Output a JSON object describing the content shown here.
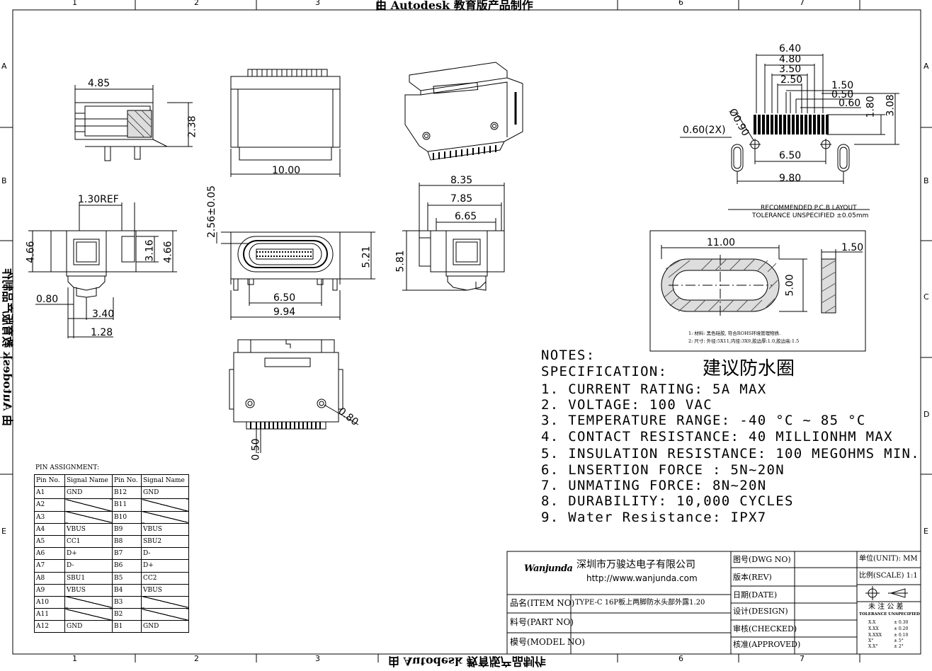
{
  "watermark": {
    "top": "由 Autodesk 教育版产品制作",
    "left": "由 Autodesk 教育版产品制作",
    "bottom": "由 Autodesk 教育版产品制作"
  },
  "zones": {
    "columns": [
      "1",
      "2",
      "3",
      "6",
      "7"
    ],
    "rows": [
      "A",
      "B",
      "C",
      "D",
      "E"
    ]
  },
  "dimensions": {
    "side_width": "4.85",
    "side_height": "2.38",
    "top_width": "10.00",
    "front_ref": "1.30REF",
    "front_h1": "4.66",
    "front_h2": "3.16",
    "front_h3": "4.66",
    "front_d1": "0.80",
    "front_d2": "3.40",
    "front_d3": "1.28",
    "main_height": "2.56±0.05",
    "main_inner": "6.50",
    "main_width": "9.94",
    "main_right": "5.21",
    "rear_w1": "8.35",
    "rear_w2": "7.85",
    "rear_w3": "6.65",
    "rear_h": "5.81",
    "bottom_circle": "0.80",
    "bottom_pitch": "0.50",
    "pcb_w1": "6.40",
    "pcb_w2": "4.80",
    "pcb_w3": "3.50",
    "pcb_w4": "2.50",
    "pcb_1_50": "1.50",
    "pcb_0_50": "0.50",
    "pcb_0_60": "0.60",
    "pcb_1_80": "1.80",
    "pcb_3_08": "3.08",
    "pcb_slot": "0.60(2X)",
    "pcb_hole": "Ø0.90",
    "pcb_6_50": "6.50",
    "pcb_9_80": "9.80",
    "pcb_title": "RECOMMENDED  P.C.B  LAYOUT",
    "pcb_tol": "TOLERANCE  UNSPECIFIED  ±0.05mm",
    "gasket_w": "11.00",
    "gasket_h": "5.00",
    "gasket_t": "1.50"
  },
  "gasket": {
    "note1": "1: 材料: 黑色硅胶, 符合ROHS环境管理物质.",
    "note2": "2: 尺寸: 外径:5X11,内径:3X9,胶边厚:1.0,胶边高:1.5",
    "label": "建议防水圈"
  },
  "notes": {
    "heading": "NOTES:",
    "spec": "SPECIFICATION:",
    "items": [
      "1. CURRENT RATING: 5A MAX",
      "2. VOLTAGE: 100 VAC",
      "3. TEMPERATURE RANGE: -40 °C ~ 85 °C",
      "4. CONTACT RESISTANCE: 40 MILLIONHM MAX",
      "5. INSULATION RESISTANCE: 100 MEGOHMS MIN.",
      "6. LNSERTION FORCE : 5N~20N",
      "7. UNMATING FORCE: 8N~20N",
      "8. DURABILITY:  10,000 CYCLES",
      "9. Water Resistance: IPX7"
    ]
  },
  "pin_table": {
    "title": "PIN ASSIGNMENT:",
    "headers": [
      "Pin No.",
      "Signal Name",
      "Pin No.",
      "Signal Name"
    ],
    "rows": [
      [
        "A1",
        "GND",
        "B12",
        "GND"
      ],
      [
        "A2",
        "",
        "B11",
        ""
      ],
      [
        "A3",
        "",
        "B10",
        ""
      ],
      [
        "A4",
        "VBUS",
        "B9",
        "VBUS"
      ],
      [
        "A5",
        "CC1",
        "B8",
        "SBU2"
      ],
      [
        "A6",
        "D+",
        "B7",
        "D-"
      ],
      [
        "A7",
        "D-",
        "B6",
        "D+"
      ],
      [
        "A8",
        "SBU1",
        "B5",
        "CC2"
      ],
      [
        "A9",
        "VBUS",
        "B4",
        "VBUS"
      ],
      [
        "A10",
        "",
        "B3",
        ""
      ],
      [
        "A11",
        "",
        "B2",
        ""
      ],
      [
        "A12",
        "GND",
        "B1",
        "GND"
      ]
    ]
  },
  "title_block": {
    "logo": "Wanjunda",
    "company": "深圳市万骏达电子有限公司",
    "url": "http://www.wanjunda.com",
    "item_name_label": "品名(ITEM NO)",
    "item_name_value": "TYPE-C 16P板上两脚防水头部外露1.20",
    "part_no_label": "料号(PART NO)",
    "model_no_label": "模号(MODEL NO)",
    "dwg_no_label": "图号(DWG NO)",
    "rev_label": "版本(REV)",
    "date_label": "日期(DATE)",
    "design_label": "设计(DESIGN)",
    "checked_label": "审核(CHECKED)",
    "approved_label": "核准(APPROVED)",
    "unit_label": "单位(UNIT): MM",
    "scale_label": "比例(SCALE) 1:1",
    "tol_cn": "未 注 公 差",
    "tol_en": "TOLERANCE UNSPECIFIED",
    "tol_rows": [
      [
        "X.X",
        "± 0.30"
      ],
      [
        "X.XX",
        "± 0.20"
      ],
      [
        "X.XXX",
        "± 0.10"
      ],
      [
        "X°",
        "± 5°"
      ],
      [
        "X.X°",
        "± 2°"
      ]
    ]
  }
}
